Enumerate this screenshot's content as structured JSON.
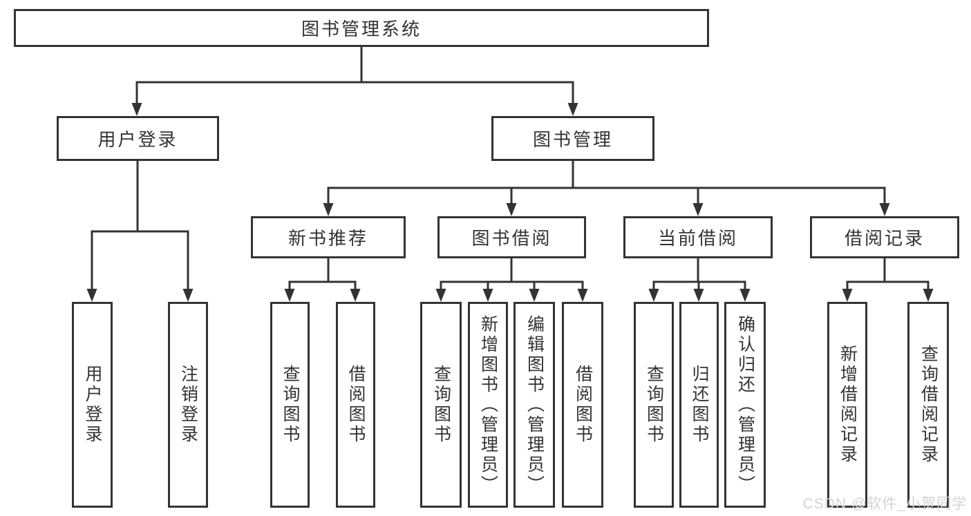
{
  "colors": {
    "box_border": "#333333",
    "connector_line": "#333333",
    "label_text": "#333333",
    "watermark_text": "#d3d3d3",
    "background": "#ffffff"
  },
  "watermark": {
    "text": "CSDN @软件_小贺同学"
  },
  "diagram": {
    "root": {
      "label": "图书管理系统",
      "children": [
        {
          "label": "用户登录",
          "children": [
            {
              "label": "用户登录"
            },
            {
              "label": "注销登录"
            }
          ]
        },
        {
          "label": "图书管理",
          "children": [
            {
              "label": "新书推荐",
              "children": [
                {
                  "label": "查询图书"
                },
                {
                  "label": "借阅图书"
                }
              ]
            },
            {
              "label": "图书借阅",
              "children": [
                {
                  "label": "查询图书"
                },
                {
                  "label": "新增图书（管理员）"
                },
                {
                  "label": "编辑图书（管理员）"
                },
                {
                  "label": "借阅图书"
                }
              ]
            },
            {
              "label": "当前借阅",
              "children": [
                {
                  "label": "查询图书"
                },
                {
                  "label": "归还图书"
                },
                {
                  "label": "确认归还（管理员）"
                }
              ]
            },
            {
              "label": "借阅记录",
              "children": [
                {
                  "label": "新增借阅记录"
                },
                {
                  "label": "查询借阅记录"
                }
              ]
            }
          ]
        }
      ]
    }
  }
}
